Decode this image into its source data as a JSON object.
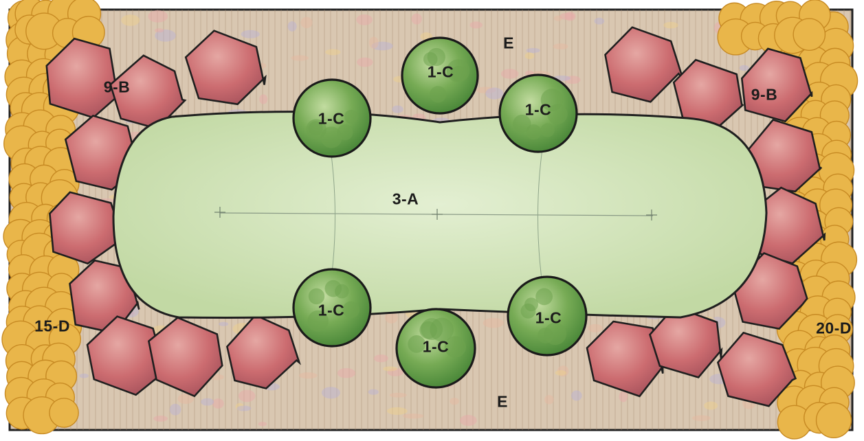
{
  "colors": {
    "background": "#ffffff",
    "bed_fill": "#d7c6ad",
    "ground_cover": "#e9c97f",
    "outer_shrub": "#e6b443",
    "rose_shrub": "#cd6b70",
    "tree": "#6fa34d",
    "lawn": "#cfe2b4",
    "outline": "#1f1f1f"
  },
  "labels": {
    "ground_top": "E",
    "ground_bottom": "E",
    "lawn": "3-A",
    "tree": "1-C",
    "shrub_left": "9-B",
    "shrub_right": "9-B",
    "border_left": "15-D",
    "border_right": "20-D"
  }
}
